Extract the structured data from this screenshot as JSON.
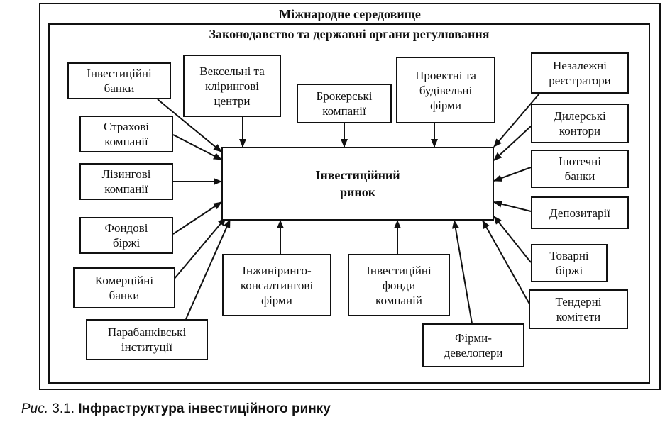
{
  "outer_label": "Міжнародне середовище",
  "inner_label": "Законодавство та державні органи регулювання",
  "center": "Інвестиційний\nринок",
  "nodes": {
    "investment_banks": "Інвестиційні\nбанки",
    "bill_clearing": "Вексельні та\nклірингові\nцентри",
    "brokerage": "Брокерські\nкомпанії",
    "design_construction": "Проектні та\nбудівельні\nфірми",
    "registrars": "Незалежні\nреєстратори",
    "insurance": "Страхові\nкомпанії",
    "dealer_offices": "Дилерські\nконтори",
    "leasing": "Лізингові\nкомпанії",
    "mortgage_banks": "Іпотечні\nбанки",
    "depositories": "Депозитарії",
    "stock_exchanges": "Фондові\nбіржі",
    "commodity_exchanges": "Товарні\nбіржі",
    "commercial_banks": "Комерційні\nбанки",
    "engineering": "Інжинірингo-\nконсалтингові\nфірми",
    "investment_funds": "Інвестиційні\nфонди\nкомпаній",
    "tender_committees": "Тендерні\nкомітети",
    "parabanking": "Парабанківські\nінституції",
    "developers": "Фірми-\nдевелопери"
  },
  "caption": {
    "prefix": "Рис.",
    "number": " 3.1. ",
    "text": "Інфраструктура інвестиційного ринку"
  }
}
